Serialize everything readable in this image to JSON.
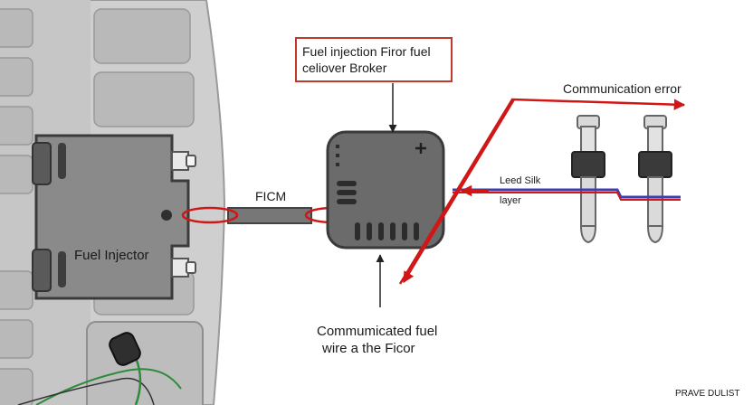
{
  "labels": {
    "callout_line1": "Fuel injection Firor fuel",
    "callout_line2": "celiover Broker",
    "comm_error": "Communication error",
    "ficm": "FICM",
    "lead_silk": "Leed Silk",
    "layer": "layer",
    "fuel_injector": "Fuel Injector",
    "bottom_line1": "Commumicated fuel",
    "bottom_line2": "wire a the Ficor",
    "watermark": "PRAVE DULIST"
  },
  "colors": {
    "arrow_red": "#d01717",
    "wire_blue": "#3d3fae",
    "module_gray": "#6b6b6b",
    "panel_gray": "#d2d2d2",
    "callout_border": "#c0392b"
  },
  "icons": {
    "module_plus": "plus-icon"
  }
}
